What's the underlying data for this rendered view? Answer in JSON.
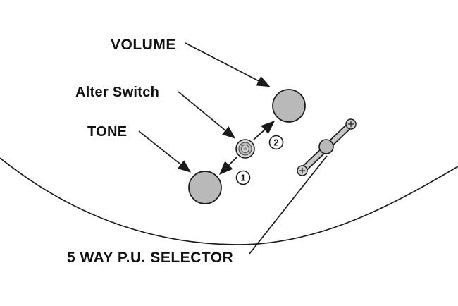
{
  "diagram": {
    "type": "guitar-control-layout",
    "colors": {
      "background": "#ffffff",
      "line": "#1a1a1a",
      "knob_fill": "#b9b9b9",
      "switch_fill": "#c6c6c6"
    },
    "labels": {
      "volume": "VOLUME",
      "alter_switch": "Alter Switch",
      "tone": "TONE",
      "selector": "5 WAY P.U. SELECTOR"
    },
    "position_markers": {
      "one": "1",
      "two": "2"
    },
    "components": [
      {
        "name": "volume-knob"
      },
      {
        "name": "alter-switch"
      },
      {
        "name": "tone-knob"
      },
      {
        "name": "five-way-pickup-selector"
      }
    ]
  }
}
